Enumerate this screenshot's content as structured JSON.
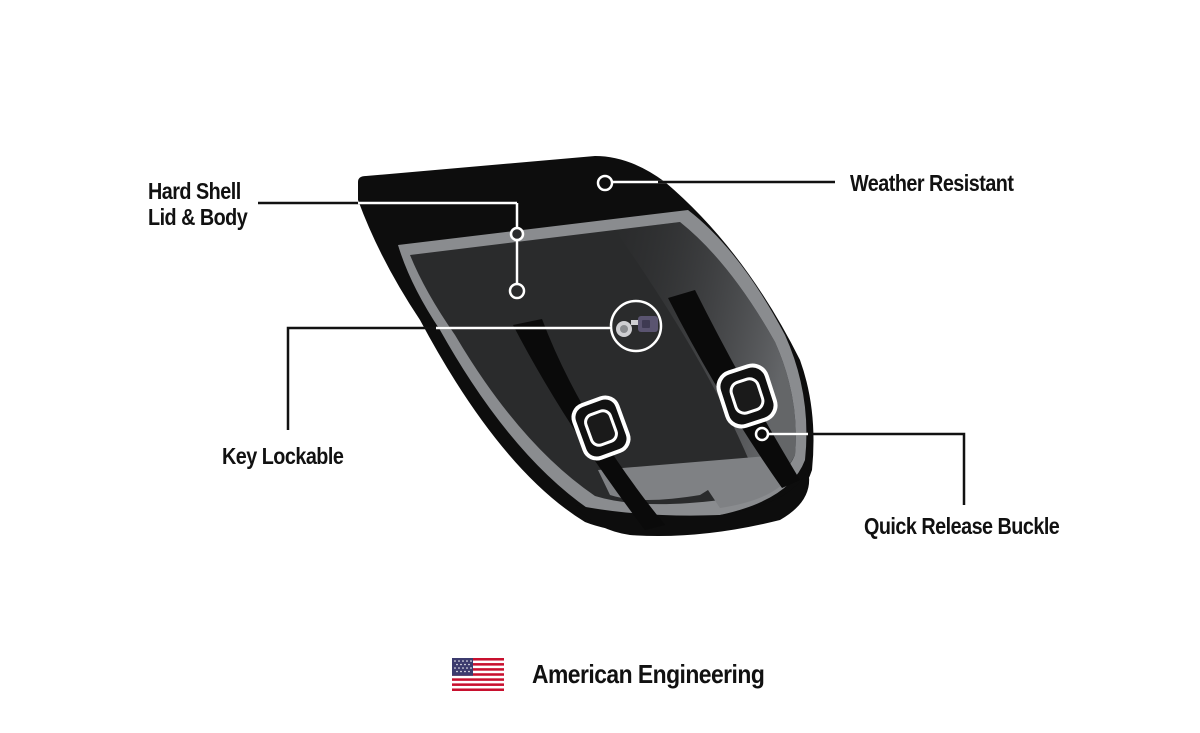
{
  "callouts": {
    "hard_shell": {
      "line1": "Hard Shell",
      "line2": "Lid & Body"
    },
    "weather_resistant": "Weather Resistant",
    "key_lockable": "Key Lockable",
    "quick_release_buckle": "Quick Release Buckle"
  },
  "footer": {
    "flag_icon": "us-flag-icon",
    "text": "American Engineering"
  },
  "colors": {
    "shell_dark": "#0d0d0d",
    "panel_gray": "#2a2b2c",
    "trim_gray": "#8a8c8f",
    "leader_line": "#111111",
    "flag_red": "#c8102e",
    "flag_blue": "#3c3b6e"
  }
}
